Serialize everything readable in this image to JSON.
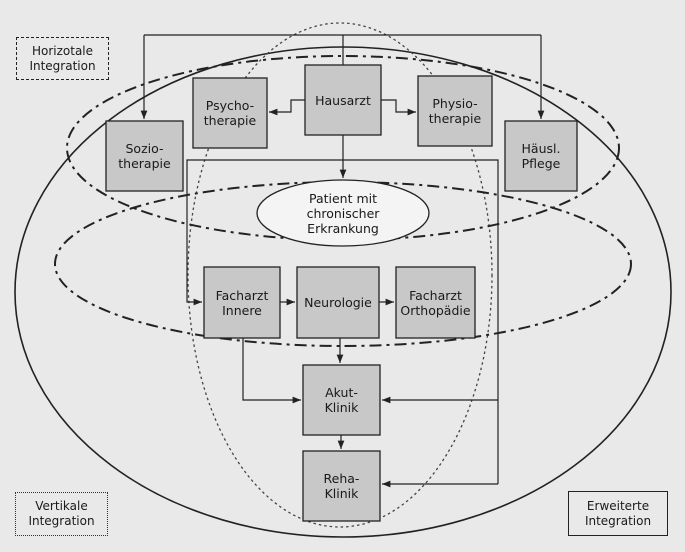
{
  "legend": {
    "horizontal": "Horizotale\nIntegration",
    "vertical": "Vertikale\nIntegration",
    "extended": "Erweiterte\nIntegration"
  },
  "nodes": {
    "hausarzt": "Hausarzt",
    "psychotherapie": "Psycho-\ntherapie",
    "physiotherapie": "Physio-\ntherapie",
    "soziotherapie": "Sozio-\ntherapie",
    "haeusl_pflege": "Häusl.\nPflege",
    "patient": "Patient mit\nchronischer\nErkrankung",
    "facharzt_innere": "Facharzt\nInnere",
    "neurologie": "Neurologie",
    "facharzt_orthopaedie": "Facharzt\nOrthopädie",
    "akut_klinik": "Akut-\nKlinik",
    "reha_klinik": "Reha-\nKlinik"
  },
  "colors": {
    "background": "#e9e9e9",
    "box_fill": "#c8c8c8",
    "stroke": "#222222",
    "patient_fill": "#f4f4f4"
  }
}
